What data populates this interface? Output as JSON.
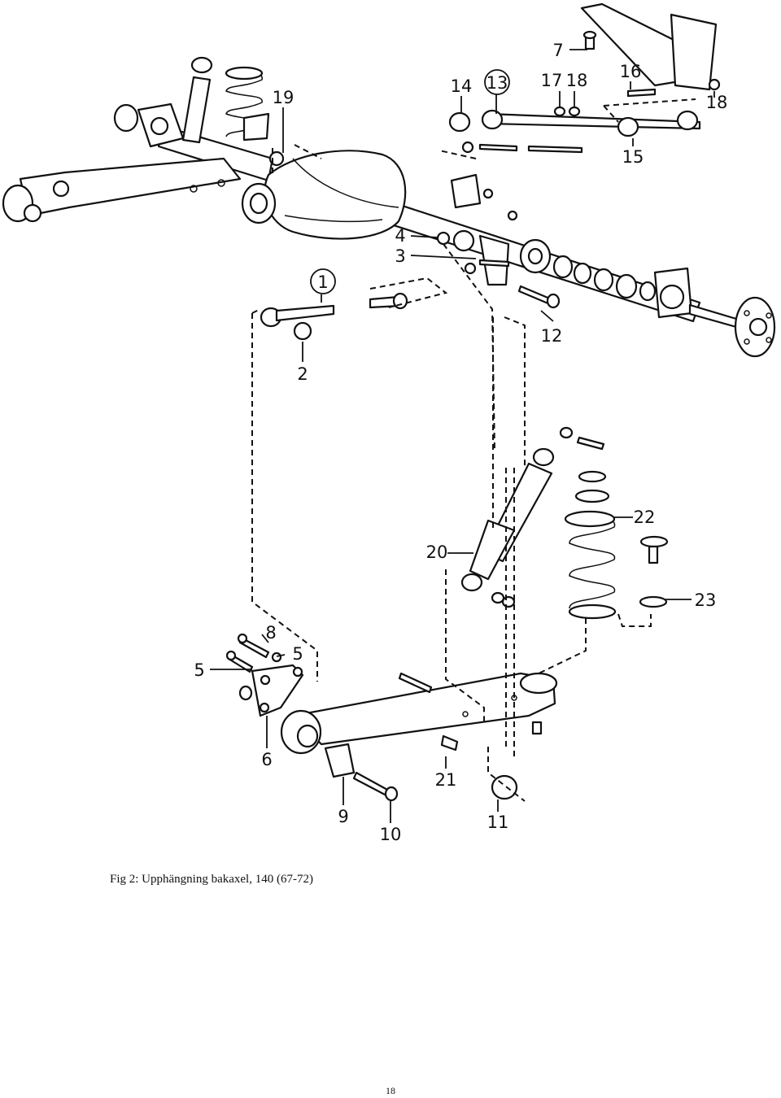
{
  "callouts": {
    "c1": "1",
    "c2": "2",
    "c3": "3",
    "c4": "4",
    "c5a": "5",
    "c5b": "5",
    "c6": "6",
    "c7": "7",
    "c8": "8",
    "c9": "9",
    "c10": "10",
    "c11": "11",
    "c12": "12",
    "c13": "13",
    "c14": "14",
    "c15": "15",
    "c16": "16",
    "c17": "17",
    "c18a": "18",
    "c18b": "18",
    "c19": "19",
    "c20": "20",
    "c21": "21",
    "c22": "22",
    "c23": "23"
  },
  "caption": "Fig 2: Upphängning bakaxel, 140 (67-72)",
  "page_number": "18"
}
